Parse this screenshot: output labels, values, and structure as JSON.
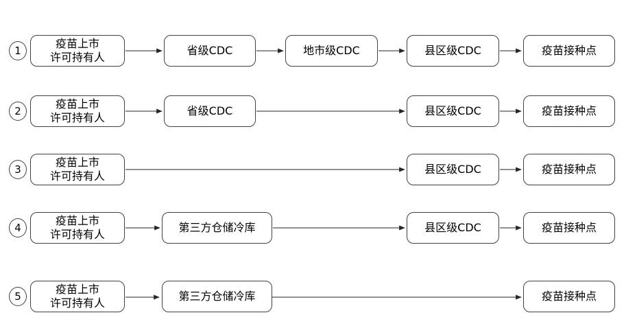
{
  "labels": {
    "source_line1": "疫苗上市",
    "source_line2": "许可持有人",
    "province_cdc": "省级CDC",
    "city_cdc": "地市级CDC",
    "county_cdc": "县区级CDC",
    "third_party_warehouse": "第三方仓储冷库",
    "vaccination_point": "疫苗接种点"
  },
  "rows": [
    {
      "num": "1",
      "chain": [
        "疫苗上市许可持有人",
        "省级CDC",
        "地市级CDC",
        "县区级CDC",
        "疫苗接种点"
      ]
    },
    {
      "num": "2",
      "chain": [
        "疫苗上市许可持有人",
        "省级CDC",
        "县区级CDC",
        "疫苗接种点"
      ]
    },
    {
      "num": "3",
      "chain": [
        "疫苗上市许可持有人",
        "县区级CDC",
        "疫苗接种点"
      ]
    },
    {
      "num": "4",
      "chain": [
        "疫苗上市许可持有人",
        "第三方仓储冷库",
        "县区级CDC",
        "疫苗接种点"
      ]
    },
    {
      "num": "5",
      "chain": [
        "疫苗上市许可持有人",
        "第三方仓储冷库",
        "疫苗接种点"
      ]
    }
  ],
  "colors": {
    "background": "#ffffff",
    "node_border": "#404040",
    "arrow": "#262626",
    "text": "#000000"
  }
}
